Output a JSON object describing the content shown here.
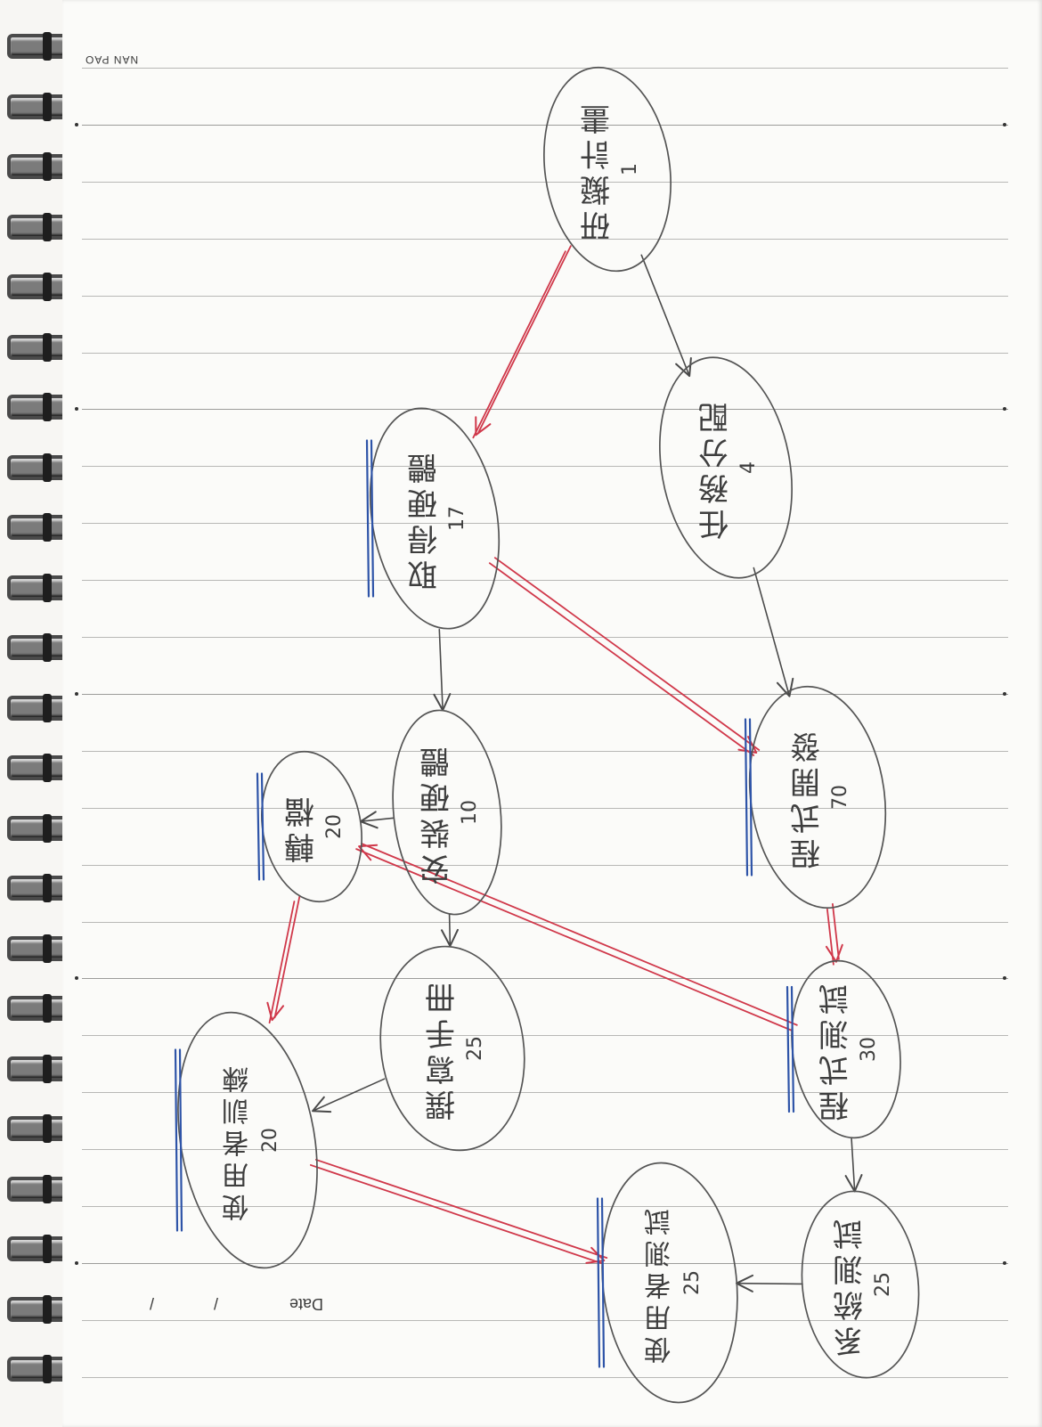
{
  "notebook": {
    "brand": "NAN PAO",
    "date_label": "Date",
    "date_separators": [
      "/",
      "/"
    ]
  },
  "diagram": {
    "nodes": [
      {
        "id": "n1",
        "label": "研擬計畫",
        "value": "1"
      },
      {
        "id": "n2",
        "label": "任務分配",
        "value": "4"
      },
      {
        "id": "n3",
        "label": "取得硬體",
        "value": "17"
      },
      {
        "id": "n4",
        "label": "程式開發",
        "value": "70"
      },
      {
        "id": "n5",
        "label": "安裝硬體",
        "value": "10"
      },
      {
        "id": "n6",
        "label": "轉檔",
        "value": "20"
      },
      {
        "id": "n7",
        "label": "撰寫手冊",
        "value": "25"
      },
      {
        "id": "n8",
        "label": "程式測試",
        "value": "30"
      },
      {
        "id": "n9",
        "label": "使用者訓練",
        "value": "20"
      },
      {
        "id": "n10",
        "label": "系統測試",
        "value": "25"
      },
      {
        "id": "n11",
        "label": "使用者測試",
        "value": "25"
      }
    ],
    "edges": [
      {
        "from": "n1",
        "to": "n2",
        "critical": false
      },
      {
        "from": "n1",
        "to": "n3",
        "critical": true
      },
      {
        "from": "n2",
        "to": "n4",
        "critical": false
      },
      {
        "from": "n3",
        "to": "n4",
        "critical": true
      },
      {
        "from": "n3",
        "to": "n5",
        "critical": false
      },
      {
        "from": "n4",
        "to": "n8",
        "critical": true
      },
      {
        "from": "n5",
        "to": "n6",
        "critical": false
      },
      {
        "from": "n5",
        "to": "n7",
        "critical": false
      },
      {
        "from": "n8",
        "to": "n6",
        "critical": true
      },
      {
        "from": "n6",
        "to": "n9",
        "critical": true
      },
      {
        "from": "n7",
        "to": "n9",
        "critical": false
      },
      {
        "from": "n8",
        "to": "n10",
        "critical": false
      },
      {
        "from": "n10",
        "to": "n11",
        "critical": false
      },
      {
        "from": "n9",
        "to": "n11",
        "critical": true
      }
    ],
    "colors": {
      "ink": "#4a4a4a",
      "critical_path": "#d0384a",
      "highlight": "#2e54a8"
    }
  }
}
